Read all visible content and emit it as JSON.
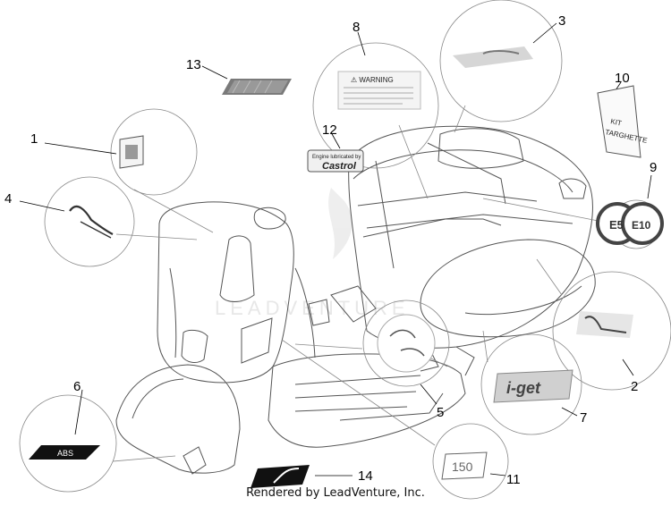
{
  "diagram": {
    "callouts": [
      {
        "id": "1",
        "label": "1"
      },
      {
        "id": "2",
        "label": "2"
      },
      {
        "id": "3",
        "label": "3"
      },
      {
        "id": "4",
        "label": "4"
      },
      {
        "id": "5",
        "label": "5"
      },
      {
        "id": "6",
        "label": "6"
      },
      {
        "id": "7",
        "label": "7"
      },
      {
        "id": "8",
        "label": "8"
      },
      {
        "id": "9",
        "label": "9"
      },
      {
        "id": "10",
        "label": "10"
      },
      {
        "id": "11",
        "label": "11"
      },
      {
        "id": "12",
        "label": "12"
      },
      {
        "id": "13",
        "label": "13"
      },
      {
        "id": "14",
        "label": "14"
      }
    ],
    "decal_texts": {
      "castrol_top": "Engine lubricated by",
      "castrol_brand": "Castrol",
      "e5": "E5",
      "e10": "E10",
      "kit_line1": "KIT",
      "kit_line2": "TARGHETTE",
      "badge_150": "150",
      "abs": "ABS",
      "iget": "i-get",
      "warning": "⚠ WARNING"
    },
    "watermark": "LEADVENTURE",
    "footer": "Rendered by LeadVenture, Inc."
  },
  "colors": {
    "line": "#555555",
    "callout_line": "#000000",
    "watermark": "#d8d8d8",
    "circle_dark": "#444444"
  }
}
